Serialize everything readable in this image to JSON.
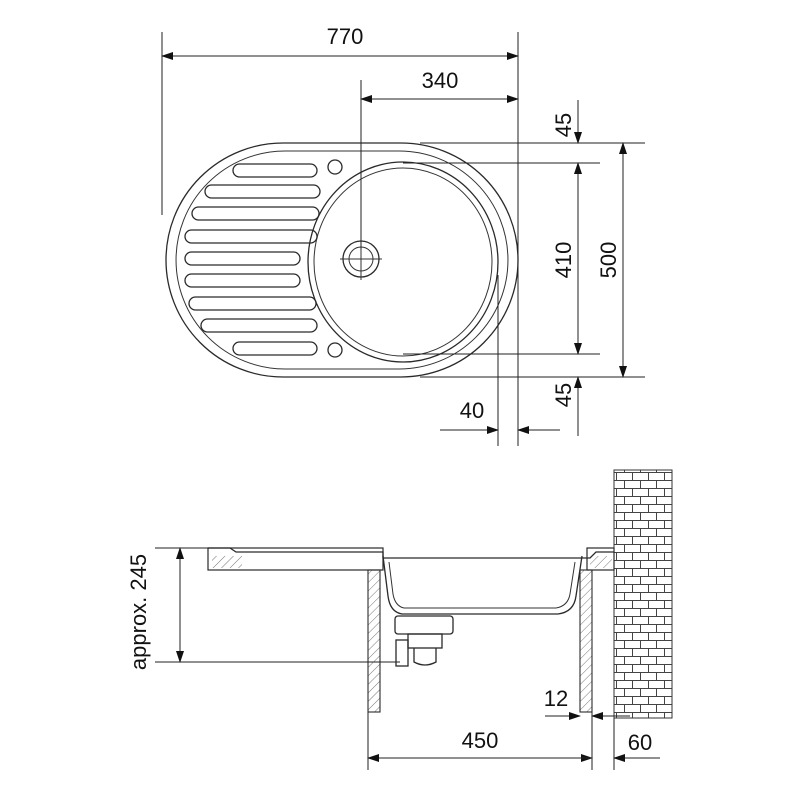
{
  "diagram": {
    "top_view": {
      "dim_overall_width": "770",
      "dim_drain_offset": "340",
      "dim_top_margin": "45",
      "dim_bowl_height": "410",
      "dim_overall_height": "500",
      "dim_bottom_margin": "45",
      "dim_side_margin": "40"
    },
    "side_view": {
      "dim_depth": "approx. 245",
      "dim_cabinet_width": "450",
      "dim_wall_gap": "12",
      "dim_wall_offset": "60"
    }
  }
}
